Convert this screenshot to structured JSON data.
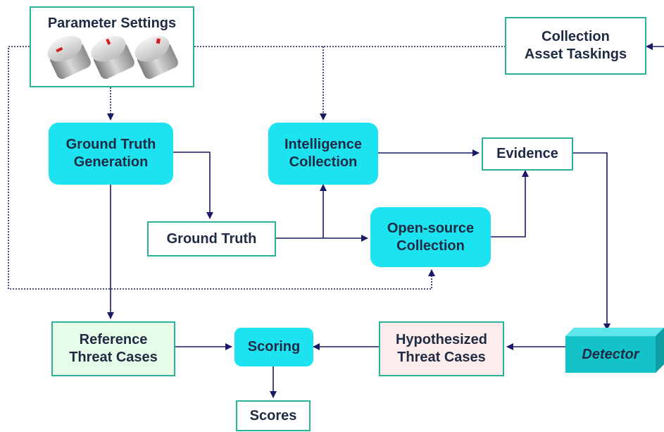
{
  "nodes": {
    "parameter_settings": "Parameter Settings",
    "collection_asset": [
      "Collection",
      "Asset Taskings"
    ],
    "ground_truth_generation": [
      "Ground Truth",
      "Generation"
    ],
    "intelligence_collection": [
      "Intelligence",
      "Collection"
    ],
    "evidence": "Evidence",
    "ground_truth": "Ground Truth",
    "open_source_collection": [
      "Open-source",
      "Collection"
    ],
    "reference_threat_cases": [
      "Reference",
      "Threat Cases"
    ],
    "scoring": "Scoring",
    "hypothesized_threat_cases": [
      "Hypothesized",
      "Threat Cases"
    ],
    "detector": "Detector",
    "scores": "Scores"
  },
  "colors": {
    "process": "#1ce3ef",
    "data_border": "#2bb39a",
    "reference_fill": "#e6fbe8",
    "hypothesized_fill": "#fdecec",
    "arrow": "#1a1a66",
    "detector": "#14c3c8"
  },
  "icons": [
    "knob-icon",
    "knob-icon",
    "knob-icon"
  ]
}
